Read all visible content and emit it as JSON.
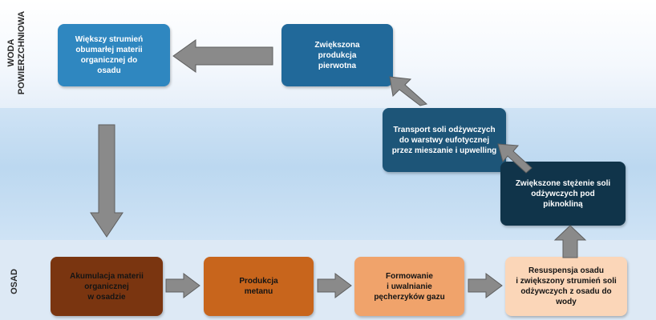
{
  "labels": {
    "surface": "WODA\nPOWIERZCHNIOWA",
    "sediment": "OSAD"
  },
  "boxes": {
    "b1": "Większy strumień\nobumarłej materii\norganicznej do\nosadu",
    "b2": "Zwiększona\nprodukcja\npierwotna",
    "b3": "Transport soli odżywczych\ndo warstwy eufotycznej\nprzez mieszanie i upwelling",
    "b4": "Zwiększone stężenie soli\nodżywczych pod\npiknokliną",
    "b5": "Akumulacja materii\norganicznej\nw osadzie",
    "b6": "Produkcja\nmetanu",
    "b7": "Formowanie\ni uwalnianie\npęcherzyków gazu",
    "b8": "Resuspensja osadu\ni zwiększony strumień soli\nodżywczych z osadu do\nwody"
  },
  "colors": {
    "arrow_fill": "#8a8a8a",
    "arrow_stroke": "#5e5e5e"
  }
}
